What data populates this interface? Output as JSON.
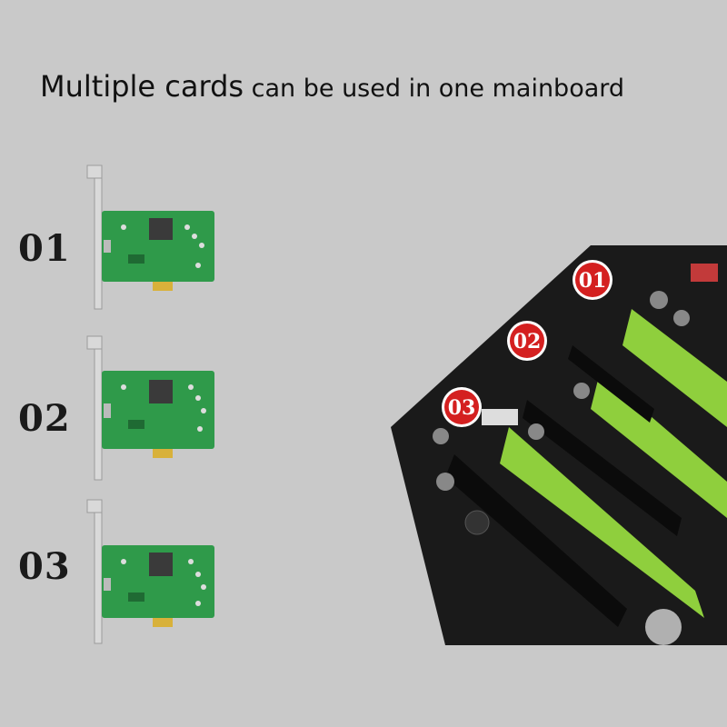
{
  "headline": {
    "bold_part": "Multiple cards",
    "rest": " can be used in one mainboard"
  },
  "cards": [
    {
      "label": "01"
    },
    {
      "label": "02"
    },
    {
      "label": "03"
    }
  ],
  "slot_markers": [
    "01",
    "02",
    "03"
  ],
  "colors": {
    "background": "#c9c9c9",
    "pcb_green": "#2f9a4a",
    "slot_green": "#8fcf3d",
    "marker_red": "#d42020"
  }
}
